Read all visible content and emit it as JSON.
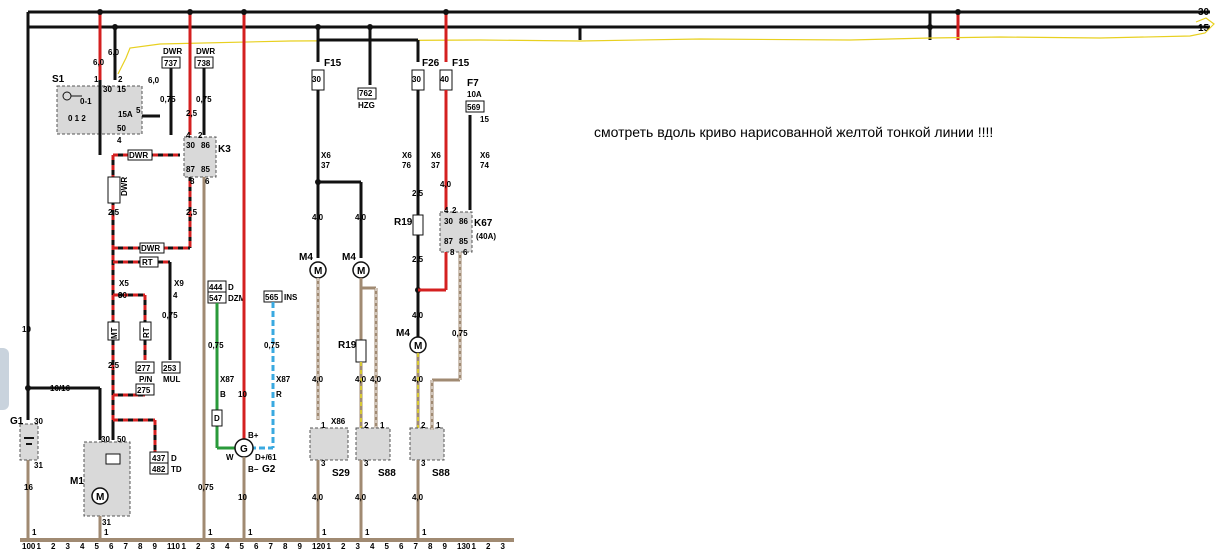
{
  "note": "смотреть вдоль криво нарисованной желтой  тонкой линии !!!!",
  "colors": {
    "black": "#111111",
    "red": "#d42020",
    "brown": "#a08a72",
    "green": "#2a9a3a",
    "blue": "#3aa9e0",
    "yellow": "#e8dc20",
    "annotation": "#e8d020",
    "component": "#d9d9d9"
  },
  "buses": {
    "b30": "30",
    "b15": "15"
  },
  "s1": {
    "name": "S1",
    "t30": "30",
    "t15": "15",
    "t15a": "15A",
    "t50": "50",
    "t2": "2",
    "t1": "1",
    "t5": "5",
    "t4": "4",
    "pos_a": "0-1",
    "pos_b": "0 1 2",
    "w_red": "6,0",
    "w_black": "6,0",
    "w_mid": "6,0"
  },
  "dwr_blocks": [
    {
      "top": "DWR",
      "code": "737",
      "wire": "0,75"
    },
    {
      "top": "DWR",
      "code": "738",
      "wire": "0,75"
    }
  ],
  "k3": {
    "name": "K3",
    "pins": [
      "2",
      "4",
      "30",
      "86",
      "87",
      "85",
      "8",
      "6"
    ]
  },
  "k67": {
    "name": "K67",
    "rating": "(40A)",
    "pins": [
      "2",
      "4",
      "30",
      "86",
      "87",
      "85",
      "8",
      "6"
    ]
  },
  "fuses": [
    {
      "name": "F15",
      "rating": "30"
    },
    {
      "name": "F26",
      "rating": "30"
    },
    {
      "name": "F15",
      "rating": "40"
    },
    {
      "name": "F7",
      "rating": "10A",
      "code": "569",
      "pin": "15"
    }
  ],
  "hzg": {
    "code": "762",
    "label": "HZG"
  },
  "x6": [
    {
      "name": "X6",
      "pin": "37"
    },
    {
      "name": "X6",
      "pin": "76"
    },
    {
      "name": "X6",
      "pin": "37"
    },
    {
      "name": "X6",
      "pin": "74"
    }
  ],
  "left_chain": {
    "dwr_tag": "DWR",
    "rt_tag": "RT",
    "mt_tag": "MT",
    "x5": "X5",
    "x5_pin": "30",
    "x9": "X9",
    "x9_pin": "4",
    "w25a": "2,5",
    "w25b": "2,5",
    "w25c": "2,5",
    "w25d": "2,5",
    "w075": "0,75",
    "code277": "277",
    "pn": "P/N",
    "code253": "253",
    "mul": "MUL",
    "code275": "275",
    "wire10": "10",
    "wire1016": "10/16",
    "wire16": "16"
  },
  "g1": {
    "name": "G1",
    "t30": "30",
    "t31": "31"
  },
  "m1": {
    "name": "M1",
    "t30": "30",
    "t50": "50",
    "t31": "31",
    "motor": "M"
  },
  "td_block": {
    "code1": "437",
    "suffix1": "D",
    "code2": "482",
    "suffix2": "TD"
  },
  "dzm_block": {
    "code1": "444",
    "suffix1": "D",
    "code2": "547",
    "suffix2": "DZM"
  },
  "ins_block": {
    "code": "565",
    "suffix": "INS"
  },
  "g2": {
    "name": "G2",
    "symbol": "G",
    "bplus": "B+",
    "bminus": "B−",
    "w": "W",
    "dplus": "D+/61",
    "x87": "X87",
    "pin_b": "B",
    "pin_r": "R",
    "wire_green": "0,75",
    "wire_blue": "0,75",
    "red_wire": "10",
    "red_wire_low": "10",
    "brown_wire": "0,75",
    "d_label": "D"
  },
  "motors": [
    {
      "name": "M4",
      "symbol": "M"
    },
    {
      "name": "M4",
      "symbol": "M"
    },
    {
      "name": "M4",
      "symbol": "M"
    }
  ],
  "resistors": [
    {
      "name": "R19"
    },
    {
      "name": "R19"
    }
  ],
  "switches": [
    {
      "name": "S29",
      "plug": "X86"
    },
    {
      "name": "S88"
    },
    {
      "name": "S88"
    }
  ],
  "wire_labels": {
    "w40": "4,0",
    "w25": "2,5",
    "w075": "0,75",
    "x87": "X87",
    "p1": "1",
    "p2": "2",
    "p3": "3"
  },
  "bottom_strip": [
    "100",
    "1",
    "2",
    "3",
    "4",
    "5",
    "6",
    "7",
    "8",
    "9",
    "110",
    "1",
    "2",
    "3",
    "4",
    "5",
    "6",
    "7",
    "8",
    "9",
    "120",
    "1",
    "2",
    "3",
    "4",
    "5",
    "6",
    "7",
    "8",
    "9",
    "130",
    "1",
    "2",
    "3"
  ],
  "ground_tick": "1"
}
